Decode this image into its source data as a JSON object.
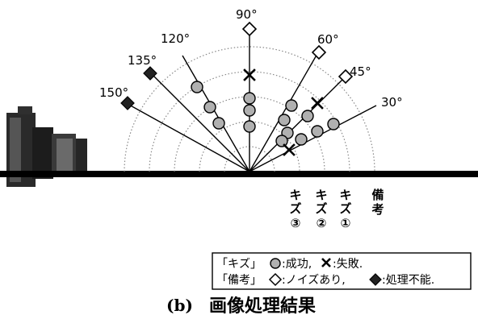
{
  "angles": {
    "a30": "30°",
    "a45": "45°",
    "a60": "60°",
    "a90": "90°",
    "a120": "120°",
    "a135": "135°",
    "a150": "150°"
  },
  "columns": {
    "scratch3": [
      "キ",
      "ズ",
      "③"
    ],
    "scratch2": [
      "キ",
      "ズ",
      "②"
    ],
    "scratch1": [
      "キ",
      "ズ",
      "①"
    ],
    "remarks": [
      "備",
      "考"
    ]
  },
  "legend": {
    "row1_key": "「キズ」",
    "row1_success": ":成功,",
    "row1_failure": ":失敗.",
    "row2_key": "「備考」",
    "row2_noise": ":ノイズあり,",
    "row2_unprocessable": ":処理不能."
  },
  "caption": {
    "label": "(b)",
    "title": "画像処理結果"
  },
  "colors": {
    "success_fill": "#b0b0b0",
    "marker_stroke": "#000000",
    "unprocessable_fill": "#222222",
    "grid": "#888888"
  }
}
